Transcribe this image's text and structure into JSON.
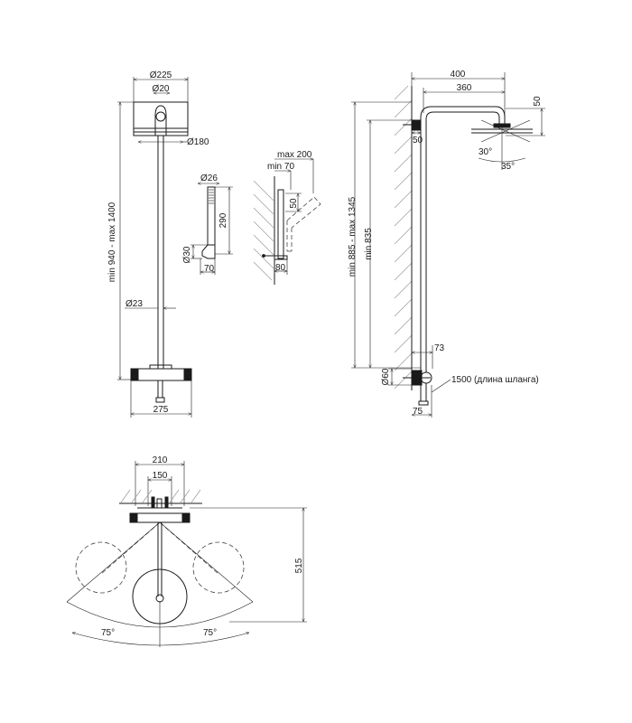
{
  "front_view": {
    "head_diameter": "Ø225",
    "arm_diameter": "Ø20",
    "plate_diameter": "Ø180",
    "pipe_diameter": "Ø23",
    "height_range": "min 940 - max 1400",
    "mixer_width": "275"
  },
  "hand_shower": {
    "head_diameter": "Ø26",
    "length": "290",
    "handle_diameter": "Ø30",
    "depth": "70"
  },
  "holder": {
    "max_offset": "max 200",
    "min_offset": "min 70",
    "height": "50",
    "depth": "80"
  },
  "side_view": {
    "reach_total": "400",
    "reach_arm": "360",
    "head_height": "50",
    "wall_offset": "50",
    "tilt_angle_1": "30°",
    "tilt_angle_2": "35°",
    "height_range": "min 885 - max 1345",
    "min_height": "min 835",
    "mixer_offset": "73",
    "connector_diameter": "Ø60",
    "hose_note": "1500 (длина шланга)",
    "spout_offset": "75"
  },
  "top_view": {
    "outer_width": "210",
    "inner_width": "150",
    "depth": "515",
    "swing_left": "75°",
    "swing_right": "75°"
  }
}
